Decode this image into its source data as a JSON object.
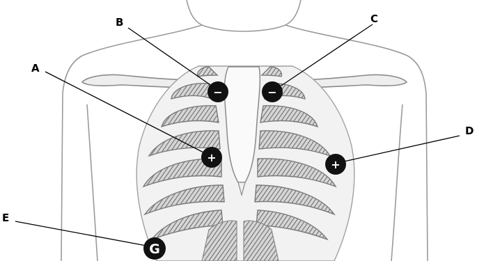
{
  "labels": {
    "a": "A",
    "b": "B",
    "c": "C",
    "d": "D",
    "e": "E"
  },
  "electrodes": {
    "a": {
      "symbol": "+",
      "icon": "positive-electrode-icon"
    },
    "b": {
      "symbol": "−",
      "icon": "negative-electrode-icon"
    },
    "c": {
      "symbol": "−",
      "icon": "negative-electrode-icon"
    },
    "d": {
      "symbol": "+",
      "icon": "positive-electrode-icon"
    },
    "e": {
      "symbol": "G",
      "icon": "ground-electrode-icon"
    }
  },
  "colors": {
    "electrode": "#111111",
    "outline": "#9a9a9a",
    "rib": "#7a7a7a"
  }
}
